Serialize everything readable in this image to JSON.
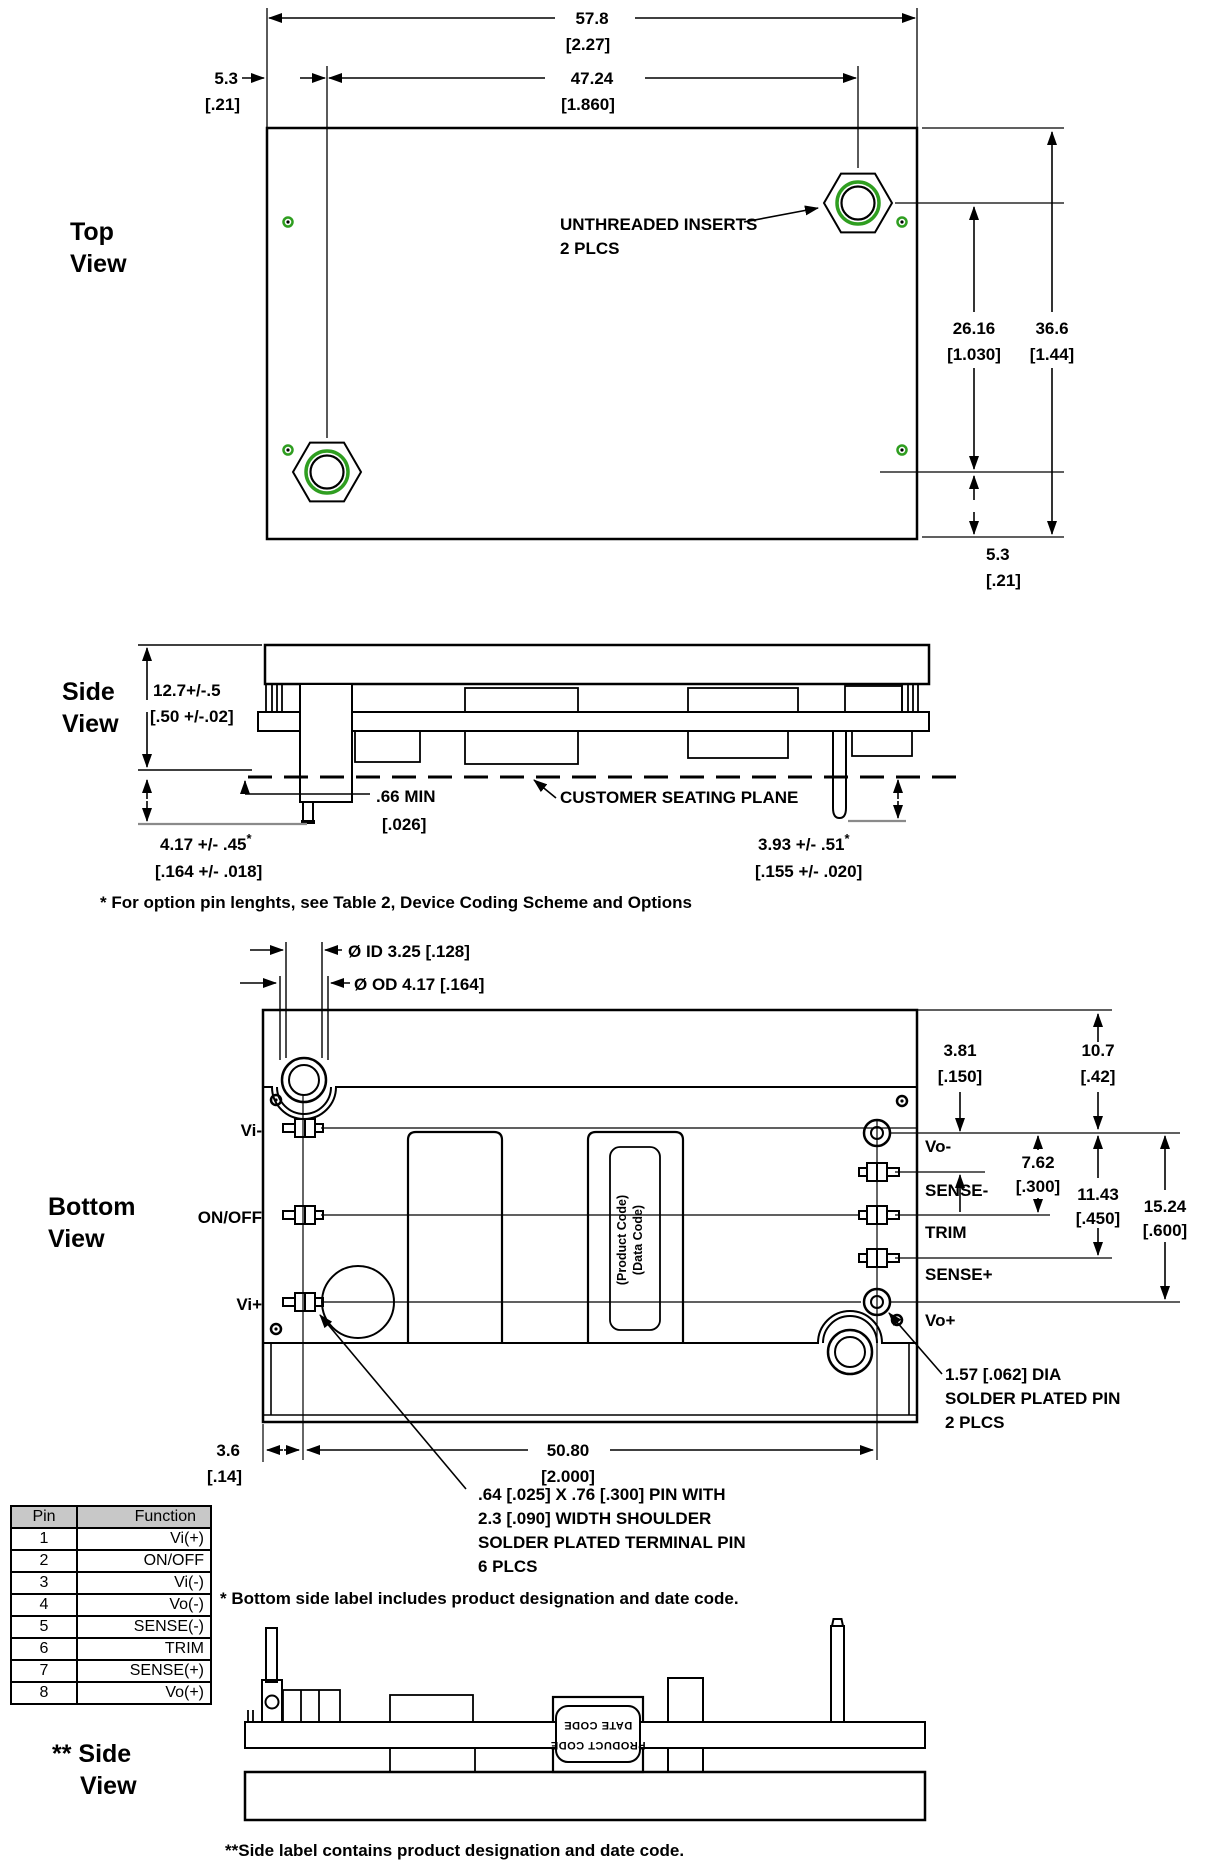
{
  "colors": {
    "line": "#000000",
    "insert_green": "#2f9e20",
    "datum_gray": "#8a8a8a",
    "table_header_bg": "#c8c8c8"
  },
  "top_view": {
    "title_line1": "Top",
    "title_line2": "View",
    "dims": {
      "width": {
        "mm": "57.8",
        "in": "[2.27]"
      },
      "insert_span": {
        "mm": "47.24",
        "in": "[1.860]"
      },
      "offset_left": {
        "mm": "5.3",
        "in": "[.21]"
      },
      "insert_drop": {
        "mm": "26.16",
        "in": "[1.030]"
      },
      "height": {
        "mm": "36.6",
        "in": "[1.44]"
      },
      "offset_bottom": {
        "mm": "5.3",
        "in": "[.21]"
      }
    },
    "note_inserts_line1": "UNTHREADED INSERTS",
    "note_inserts_line2": "2 PLCS"
  },
  "side_view": {
    "title_line1": "Side",
    "title_line2": "View",
    "dims": {
      "height": {
        "mm": "12.7+/-.5",
        "in": "[.50 +/-.02]"
      },
      "clearance": {
        "mm": ".66 MIN",
        "in": "[.026]"
      },
      "pin_left": {
        "mm": "4.17 +/- .45",
        "sup": "*",
        "in": "[.164 +/- .018]"
      },
      "pin_right": {
        "mm": "3.93 +/- .51",
        "sup": "*",
        "in": "[.155 +/- .020]"
      }
    },
    "seating_plane_label": "CUSTOMER SEATING PLANE",
    "footnote": "* For option pin lenghts, see Table 2, Device Coding Scheme and Options"
  },
  "bottom_view": {
    "title_line1": "Bottom",
    "title_line2": "View",
    "dim_id": "Ø ID 3.25 [.128]",
    "dim_od": "Ø OD 4.17 [.164]",
    "pin_labels_left": {
      "vi_minus": "Vi-",
      "on_off": "ON/OFF",
      "vi_plus": "Vi+"
    },
    "pin_labels_right": {
      "vo_minus": "Vo-",
      "sense_minus": "SENSE-",
      "trim": "TRIM",
      "sense_plus": "SENSE+",
      "vo_plus": "Vo+"
    },
    "dims": {
      "p381": {
        "mm": "3.81",
        "in": "[.150]"
      },
      "p107": {
        "mm": "10.7",
        "in": "[.42]"
      },
      "p762": {
        "mm": "7.62",
        "in": "[.300]"
      },
      "p1143": {
        "mm": "11.43",
        "in": "[.450]"
      },
      "p1524": {
        "mm": "15.24",
        "in": "[.600]"
      },
      "pitch": {
        "mm": "50.80",
        "in": "[2.000]"
      },
      "edge": {
        "mm": "3.6",
        "in": "[.14]"
      }
    },
    "product_label_line1": "(Product Code)",
    "product_label_line2": "(Data Code)",
    "note_solder_pin_line1": "1.57 [.062] DIA",
    "note_solder_pin_line2": "SOLDER PLATED PIN",
    "note_solder_pin_line3": "2 PLCS",
    "note_terminal_pin_line1": ".64 [.025] X .76 [.300] PIN WITH",
    "note_terminal_pin_line2": "2.3 [.090] WIDTH SHOULDER",
    "note_terminal_pin_line3": "SOLDER PLATED TERMINAL PIN",
    "note_terminal_pin_line4": "6 PLCS",
    "footnote": "* Bottom side label includes product designation and date code."
  },
  "pin_table": {
    "headers": [
      "Pin",
      "Function"
    ],
    "rows": [
      [
        "1",
        "Vi(+)"
      ],
      [
        "2",
        "ON/OFF"
      ],
      [
        "3",
        "Vi(-)"
      ],
      [
        "4",
        "Vo(-)"
      ],
      [
        "5",
        "SENSE(-)"
      ],
      [
        "6",
        "TRIM"
      ],
      [
        "7",
        "SENSE(+)"
      ],
      [
        "8",
        "Vo(+)"
      ]
    ]
  },
  "flipped_side_view": {
    "title_line1": "** Side",
    "title_line2": "View",
    "label_line1": "PRODUCT CODE",
    "label_line2": "DATE CODE",
    "footnote": "**Side label contains product designation and date code."
  }
}
